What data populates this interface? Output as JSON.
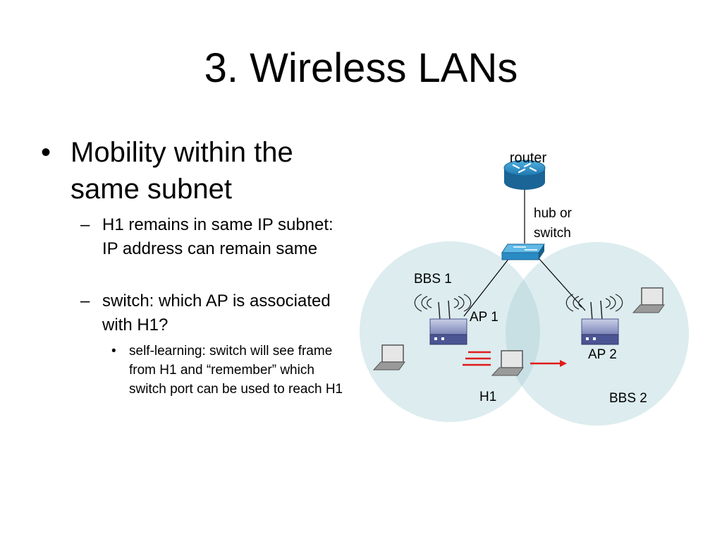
{
  "title": "3. Wireless LANs",
  "bullets": {
    "main": {
      "marker": "•",
      "text": "Mobility within the same subnet"
    },
    "sub": [
      {
        "marker": "–",
        "text": "H1 remains in same IP subnet: IP address can remain same"
      },
      {
        "marker": "–",
        "text": "switch: which AP is associated with H1?"
      }
    ],
    "subsub": [
      {
        "marker": "•",
        "text": "self-learning: switch will see frame from H1 and “remember” which switch port can be used to reach H1"
      }
    ]
  },
  "diagram": {
    "labels": {
      "router": "router",
      "hub_line1": "hub or",
      "hub_line2": "switch",
      "bbs1": "BBS 1",
      "bbs2": "BBS 2",
      "ap1": "AP 1",
      "ap2": "AP 2",
      "h1": "H1"
    },
    "colors": {
      "bss_fill": "#dcecef",
      "bss_overlap": "#c8e0e4",
      "device_blue": "#2a8bc4",
      "device_dark": "#1a5f8a",
      "ap_body": "#9aa3c8",
      "laptop": "#8f8f8f",
      "motion_red": "#e01b1b"
    }
  }
}
